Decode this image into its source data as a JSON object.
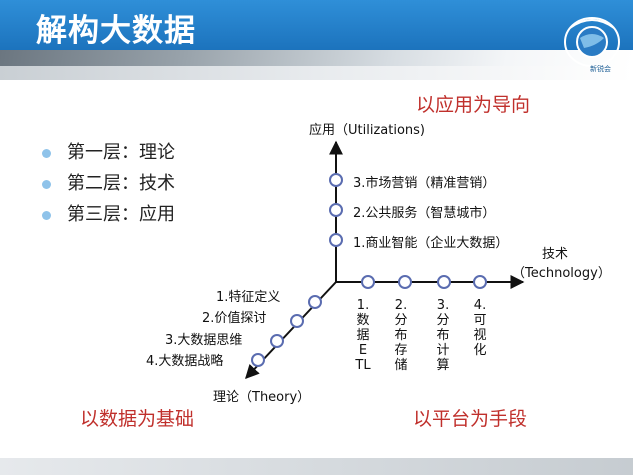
{
  "title": "解构大数据",
  "logo_caption": "新锐会",
  "bullets": [
    "第一层：理论",
    "第二层：技术",
    "第三层：应用"
  ],
  "goals": {
    "application": "以应用为导向",
    "data": "以数据为基础",
    "platform": "以平台为手段"
  },
  "axes": {
    "utilizations": "应用（Utilizations)",
    "technology_cn": "技术",
    "technology_en": "（Technology）",
    "theory": "理论（Theory）"
  },
  "utilizations_items": [
    "3.市场营销（精准营销）",
    "2.公共服务（智慧城市）",
    "1.商业智能（企业大数据）"
  ],
  "theory_items": [
    "1.特征定义",
    "2.价值探讨",
    "3.大数据思维",
    "4.大数据战略"
  ],
  "technology_items": [
    "1.数据ETL",
    "2.分布存储",
    "3.分布计算",
    "4.可视化"
  ]
}
